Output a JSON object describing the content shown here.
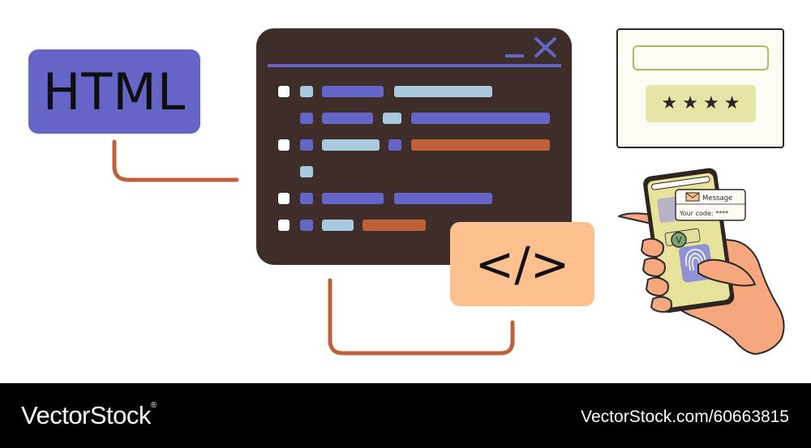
{
  "html_badge": {
    "label": "HTML"
  },
  "code_tag": {
    "label": "</>"
  },
  "login_card": {
    "password_mask": [
      "★",
      "★",
      "★",
      "★"
    ]
  },
  "phone": {
    "notification_title": "Message",
    "notification_body": "Your code: ****",
    "check_mark": "V"
  },
  "footer": {
    "brand": "VectorStock",
    "brand_mark": "®",
    "url": "VectorStock.com/60663815"
  },
  "colors": {
    "purple": "#6565c8",
    "window_bg": "#3e2d28",
    "orange": "#fbc08d",
    "rust": "#c0603a",
    "light_blue": "#a8c9de",
    "skin": "#f6a77e"
  }
}
